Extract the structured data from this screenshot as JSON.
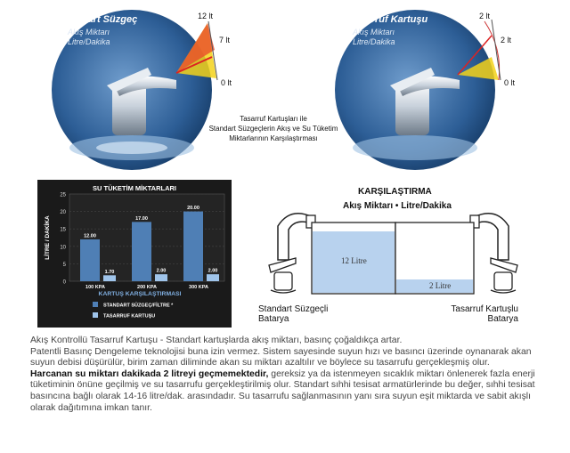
{
  "illustrations": {
    "left": {
      "title": "Standart Süzgeç",
      "subtitle_line1": "Akış Miktarı",
      "subtitle_line2": "Litre/Dakika",
      "scale": [
        "12 lt",
        "7 lt",
        "0 lt"
      ]
    },
    "right": {
      "title": "Tasarruf Kartuşu",
      "subtitle_line1": "Akış Miktarı",
      "subtitle_line2": "Litre/Dakika",
      "scale": [
        "2 lt",
        "2 lt",
        "0 lt"
      ]
    },
    "caption": [
      "Tasarruf Kartuşları ile",
      "Standart Süzgeçlerin Akış ve Su Tüketim",
      "Miktarlarının Karşılaştırması"
    ]
  },
  "chart_data": {
    "type": "bar",
    "title": "SU TÜKETİM MİKTARLARI",
    "ylabel": "LİTRE / DAKİKA",
    "ylim": [
      0,
      25
    ],
    "yticks": [
      "0",
      "5",
      "10",
      "15",
      "20",
      "25"
    ],
    "categories": [
      "100 KPA",
      "200 KPA",
      "300 KPA"
    ],
    "series": [
      {
        "name": "STANDART SÜZGEÇ/FİLTRE *",
        "values": [
          12.0,
          17.0,
          20.0
        ],
        "labels": [
          "12.00",
          "17.00",
          "20.00"
        ],
        "color": "#4f7fb5"
      },
      {
        "name": "TASARRUF KARTUŞU",
        "values": [
          1.7,
          2.0,
          2.0
        ],
        "labels": [
          "1.70",
          "2.00",
          "2.00"
        ],
        "color": "#9fc4ea"
      }
    ],
    "legend_title": "KARTUŞ KARŞILAŞTIRMASI"
  },
  "comparison": {
    "title": "KARŞILAŞTIRMA",
    "subtitle": "Akış Miktarı • Litre/Dakika",
    "left_fill_label": "12 Litre",
    "right_fill_label": "2 Litre",
    "left_name_line1": "Standart Süzgeçli",
    "left_name_line2": "Batarya",
    "right_name_line1": "Tasarruf Kartuşlu",
    "right_name_line2": "Batarya"
  },
  "description": {
    "p1": "Akış Kontrollü Tasarruf Kartuşu - Standart kartuşlarda akış miktarı, basınç çoğaldıkça artar.",
    "p2": "Patentli Basınç Dengeleme teknolojisi buna izin vermez. Sistem sayesinde suyun hızı ve basıncı üzerinde oynanarak akan suyun debisi düşürülür, birim zaman diliminde akan su miktarı azaltılır ve böylece su tasarrufu gerçekleşmiş olur.",
    "p3_bold": "Harcanan su miktarı dakikada 2 litreyi geçmemektedir,",
    "p3": " gereksiz ya da istenmeyen sıcaklık miktarı önlenerek fazla enerji tüketiminin önüne geçilmiş ve su tasarrufu gerçekleştirilmiş olur. Standart sıhhi tesisat armatürlerinde bu değer, sıhhi tesisat basıncına bağlı olarak 14-16 litre/dak. arasındadır. Su tasarrufu sağlanmasının yanı sıra suyun eşit miktarda ve sabit akışlı olarak dağıtımına imkan tanır."
  }
}
